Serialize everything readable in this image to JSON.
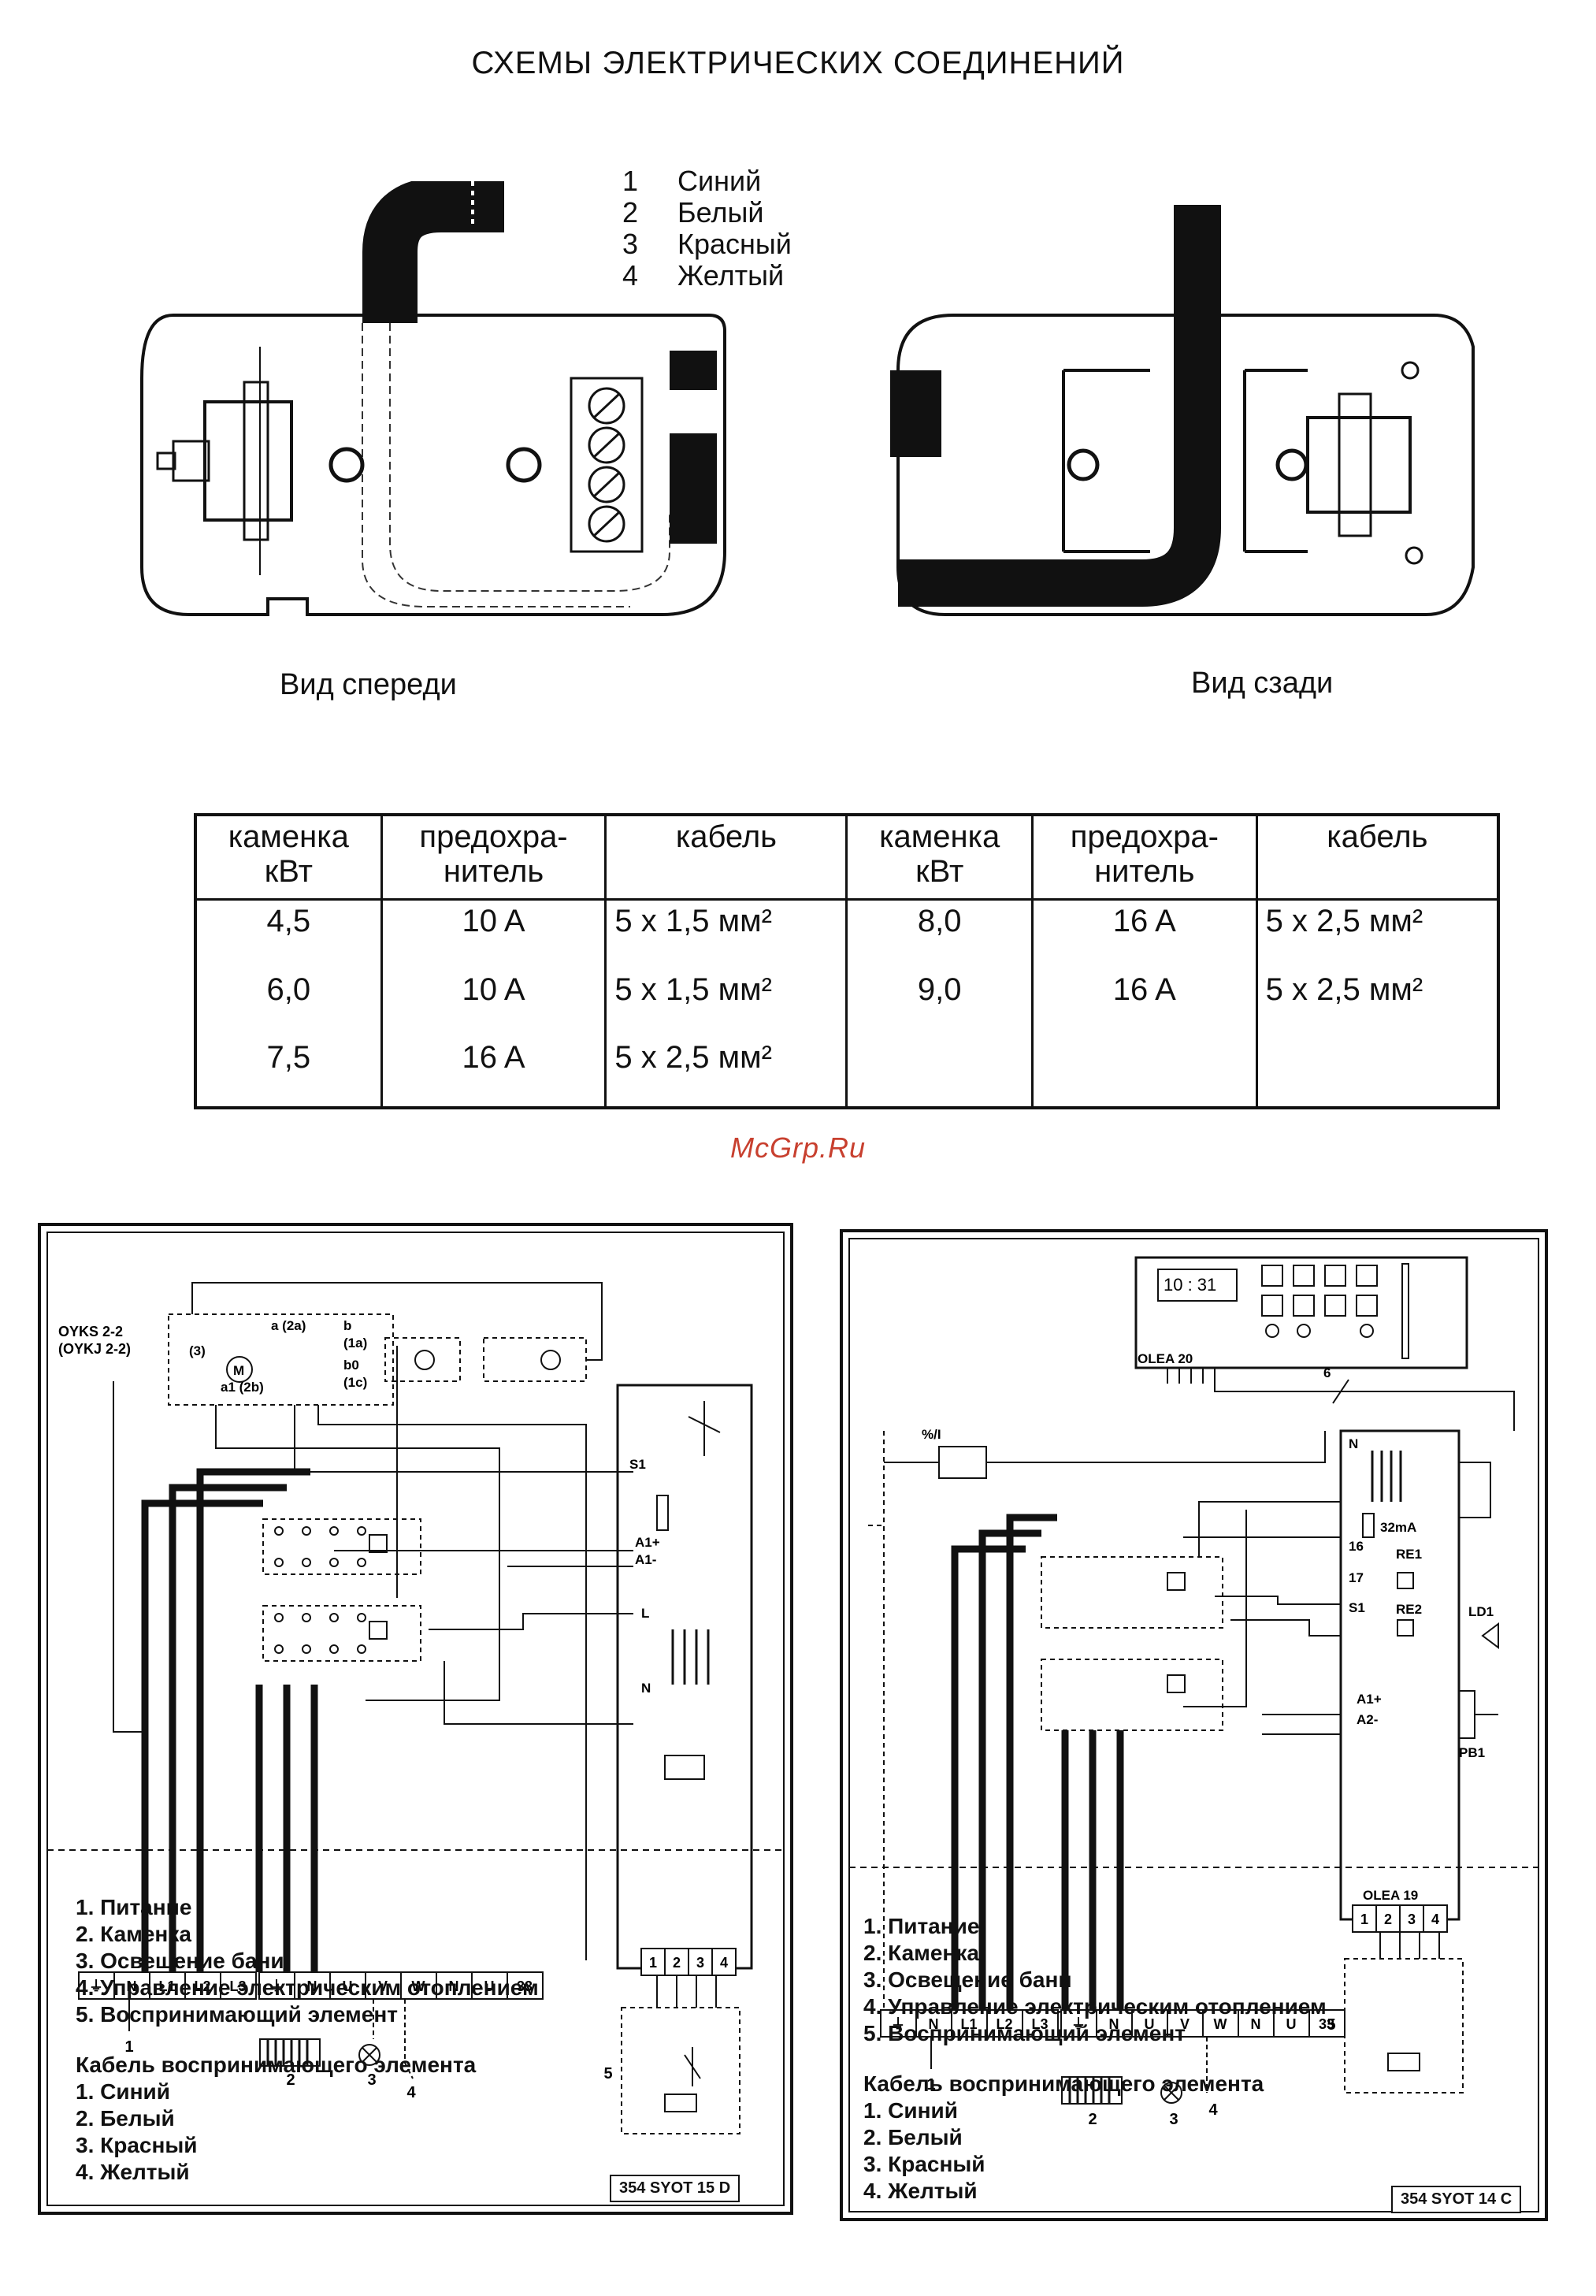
{
  "title": "СХЕМЫ ЭЛЕКТРИЧЕСКИХ СОЕДИНЕНИЙ",
  "wire_legend": [
    {
      "num": "1",
      "color": "Синий"
    },
    {
      "num": "2",
      "color": "Белый"
    },
    {
      "num": "3",
      "color": "Красный"
    },
    {
      "num": "4",
      "color": "Желтый"
    }
  ],
  "views": {
    "front": "Вид спереди",
    "back": "Вид сзади"
  },
  "table": {
    "headers": [
      [
        "каменка",
        "кВт"
      ],
      [
        "предохра-",
        "нитель"
      ],
      [
        "кабель",
        ""
      ],
      [
        "каменка",
        "кВт"
      ],
      [
        "предохра-",
        "нитель"
      ],
      [
        "кабель",
        ""
      ]
    ],
    "rows": [
      [
        "4,5",
        "10 A",
        "5 x 1,5 мм²",
        "8,0",
        "16 A",
        "5 x 2,5 мм²"
      ],
      [
        "6,0",
        "10 A",
        "5 x 1,5 мм²",
        "9,0",
        "16 A",
        "5 x 2,5 мм²"
      ],
      [
        "7,5",
        "16 A",
        "5 x 2,5 мм²",
        "",
        "",
        ""
      ]
    ]
  },
  "watermark": "McGrp.Ru",
  "left_diagram": {
    "model_label_1": "OYKS 2-2",
    "model_label_2": "(OYKJ 2-2)",
    "code": "354  SYOT 15 D",
    "items": [
      "1. Питание",
      "2. Каменка",
      "3. Освещение бани",
      "4. Управление электрическим отоплением",
      "5. Воспринимающий элемент"
    ],
    "sensor_title": "Кабель воспринимающего элемента",
    "sensor_items": [
      "1. Синий",
      "2. Белый",
      "3. Красный",
      "4. Желтый"
    ],
    "terminals_a": [
      "⏚",
      "N",
      "L1",
      "L2",
      "L3"
    ],
    "terminals_b": [
      "⏚",
      "N",
      "U",
      "V",
      "W",
      "N",
      "U",
      "33"
    ],
    "sensor_terminals": [
      "1",
      "2",
      "3",
      "4"
    ],
    "labels": {
      "s1": "S1",
      "a1p": "A1+",
      "a1m": "A1-",
      "l": "L",
      "n": "N",
      "s2a": "a (2a)",
      "b": "b",
      "b1a": "(1a)",
      "b0": "b0",
      "b1c": "(1c)",
      "a1": "a1 (2b)",
      "three": "(3)",
      "m": "M"
    },
    "callouts": [
      "1",
      "2",
      "3",
      "4",
      "5"
    ]
  },
  "right_diagram": {
    "code": "354  SYOT 14 C",
    "clock": "10 : 31",
    "olea20": "OLEA 20",
    "olea19": "OLEA 19",
    "items": [
      "1. Питание",
      "2. Каменка",
      "3. Освещение бани",
      "4. Управление электрическим отоплением",
      "5. Воспринимающий элемент"
    ],
    "sensor_title": "Кабель воспринимающего элемента",
    "sensor_items": [
      "1. Синий",
      "2. Белый",
      "3. Красный",
      "4. Желтый"
    ],
    "terminals_a": [
      "⏚",
      "N",
      "L1",
      "L2",
      "L3"
    ],
    "terminals_b": [
      "⏚",
      "N",
      "U",
      "V",
      "W",
      "N",
      "U",
      "33"
    ],
    "sensor_terminals": [
      "1",
      "2",
      "3",
      "4"
    ],
    "labels": {
      "n": "N",
      "ma": "32mA",
      "t16": "16",
      "t17": "17",
      "s1": "S1",
      "re1": "RE1",
      "re2": "RE2",
      "ld1": "LD1",
      "a1p": "A1+",
      "a2m": "A2-",
      "pb1": "PB1",
      "six": "6",
      "sw": "%/I"
    },
    "callouts": [
      "1",
      "2",
      "3",
      "4",
      "5"
    ]
  }
}
